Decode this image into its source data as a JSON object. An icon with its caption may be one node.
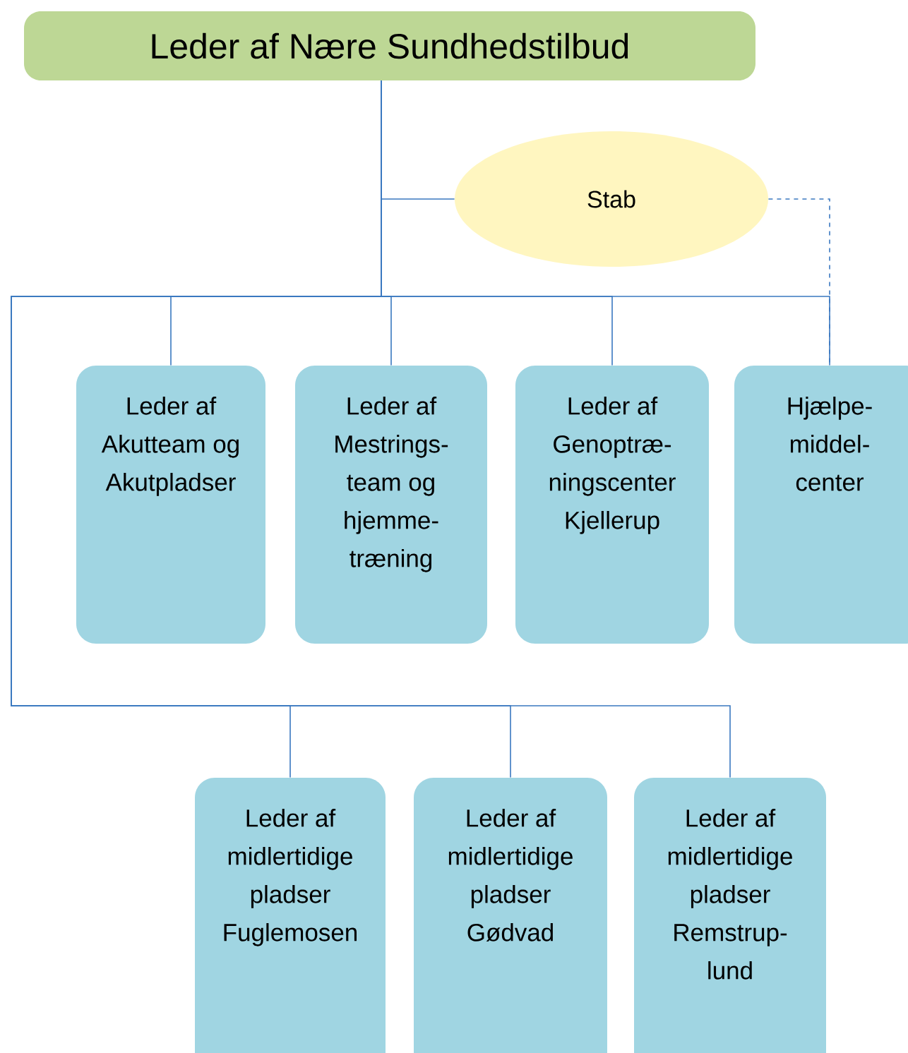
{
  "diagram": {
    "nodes": [
      {
        "text": [
          "Leder af Nære Sundhedstilbud"
        ]
      },
      {
        "text": [
          "Stab"
        ]
      },
      {
        "text": [
          "Leder af Akutteam og Akutpladser"
        ]
      },
      {
        "text": [
          "Leder af Mestrings- team og hjemme- træning"
        ]
      },
      {
        "text": [
          "Leder af Genoptræ- ningscenter Kjellerup"
        ]
      },
      {
        "text": [
          "Hjælpe- middel- center"
        ]
      },
      {
        "text": [
          "Leder af midlertidige pladser Fuglemosen"
        ]
      },
      {
        "text": [
          "Leder af midlertidige pladser Gødvad"
        ]
      },
      {
        "text": [
          "Leder af midlertidige pladser Remstrup- lund"
        ]
      }
    ],
    "edges": [
      {
        "from": 0,
        "to": 1,
        "arrow": "none"
      },
      {
        "from": 0,
        "to": 2,
        "arrow": "none"
      },
      {
        "from": 0,
        "to": 3,
        "arrow": "none"
      },
      {
        "from": 0,
        "to": 4,
        "arrow": "none"
      },
      {
        "from": 0,
        "to": 5,
        "arrow": "none"
      },
      {
        "from": 1,
        "to": 5,
        "arrow": "none",
        "style": "dashed"
      },
      {
        "from": 0,
        "to": 6,
        "arrow": "none"
      },
      {
        "from": 0,
        "to": 7,
        "arrow": "none"
      },
      {
        "from": 0,
        "to": 8,
        "arrow": "none"
      }
    ]
  }
}
